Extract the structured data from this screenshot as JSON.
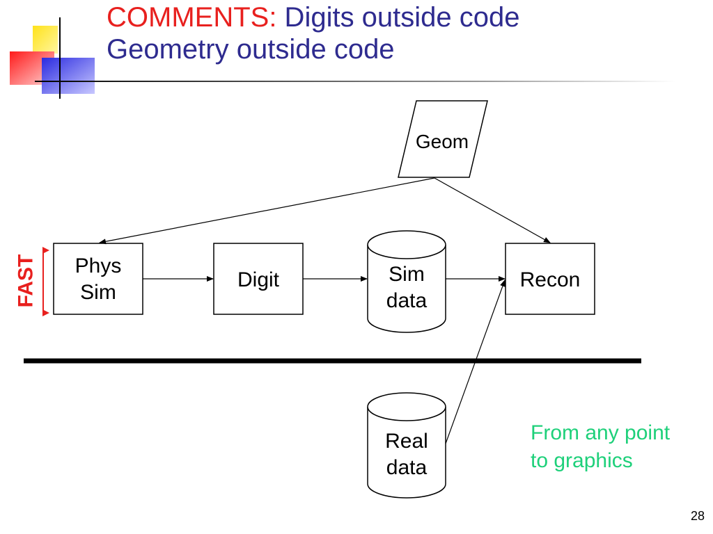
{
  "slide": {
    "title_keyword": "COMMENTS:",
    "title_rest": " Digits outside code",
    "title_line2": "Geometry outside code",
    "page_number": "28"
  },
  "diagram": {
    "nodes": {
      "geom": "Geom",
      "phys_sim_line1": "Phys",
      "phys_sim_line2": "Sim",
      "digit": "Digit",
      "sim_data_line1": "Sim",
      "sim_data_line2": "data",
      "recon": "Recon",
      "real_data_line1": "Real",
      "real_data_line2": "data"
    },
    "edges": [
      {
        "from": "geom",
        "to": "phys_sim"
      },
      {
        "from": "geom",
        "to": "recon"
      },
      {
        "from": "phys_sim",
        "to": "digit"
      },
      {
        "from": "digit",
        "to": "sim_data"
      },
      {
        "from": "sim_data",
        "to": "recon"
      },
      {
        "from": "real_data",
        "to": "recon"
      }
    ],
    "fast_label": "FAST",
    "note_line1": "From any point",
    "note_line2": "to graphics"
  },
  "colors": {
    "title": "#2e2b8f",
    "accent_red": "#e8201e",
    "note_green": "#1ed07a"
  }
}
